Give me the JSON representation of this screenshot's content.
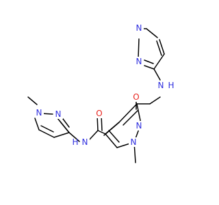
{
  "colors": {
    "background": "#ffffff",
    "bond": "#000000",
    "nitrogen": "#2f2fdf",
    "oxygen": "#e8251f"
  },
  "atoms": {
    "n_top_pyrazole_1": "N",
    "n_top_pyrazole_2": "N",
    "n_amide_top": "N",
    "h_amide_top": "H",
    "o_top": "O",
    "n_left_pyrazole_1": "N",
    "n_left_pyrazole_2": "N",
    "n_amide_left": "N",
    "h_amide_left": "H",
    "o_left": "O",
    "n_center_pyrazole_1": "N",
    "n_center_pyrazole_2": "N"
  }
}
